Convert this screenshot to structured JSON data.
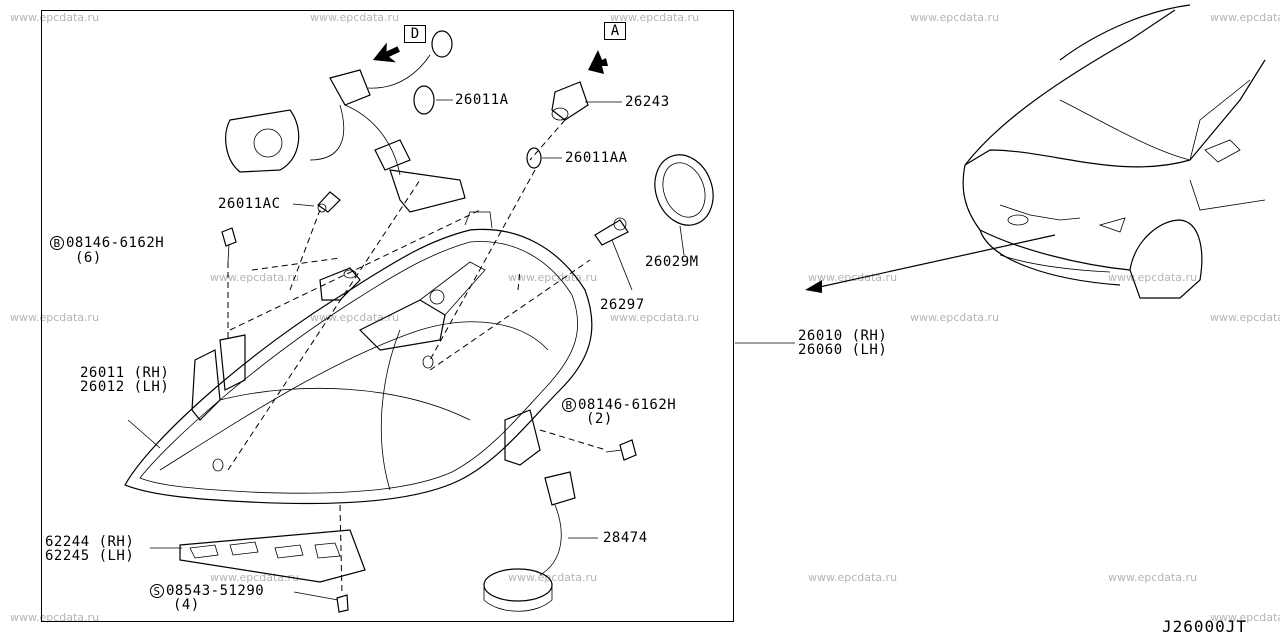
{
  "watermark": "www.epcdata.ru",
  "diagram_code": "J26000JT",
  "callouts": {
    "D": "D",
    "A": "A"
  },
  "parts": {
    "p26011A": "26011A",
    "p26243": "26243",
    "p26011AA": "26011AA",
    "p26011AC": "26011AC",
    "p26029M": "26029M",
    "p26297": "26297",
    "bolt_top_prefix": "B",
    "bolt_top": "08146-6162H",
    "bolt_top_qty": "(6)",
    "bolt_mid_prefix": "B",
    "bolt_mid": "08146-6162H",
    "bolt_mid_qty": "(2)",
    "p26011_rh": "26011 (RH)",
    "p26012_lh": "26012 (LH)",
    "p26010_rh": "26010 (RH)",
    "p26060_lh": "26060 (LH)",
    "p28474": "28474",
    "p62244_rh": "62244 (RH)",
    "p62245_lh": "62245 (LH)",
    "screw_prefix": "S",
    "screw": "08543-51290",
    "screw_qty": "(4)"
  }
}
